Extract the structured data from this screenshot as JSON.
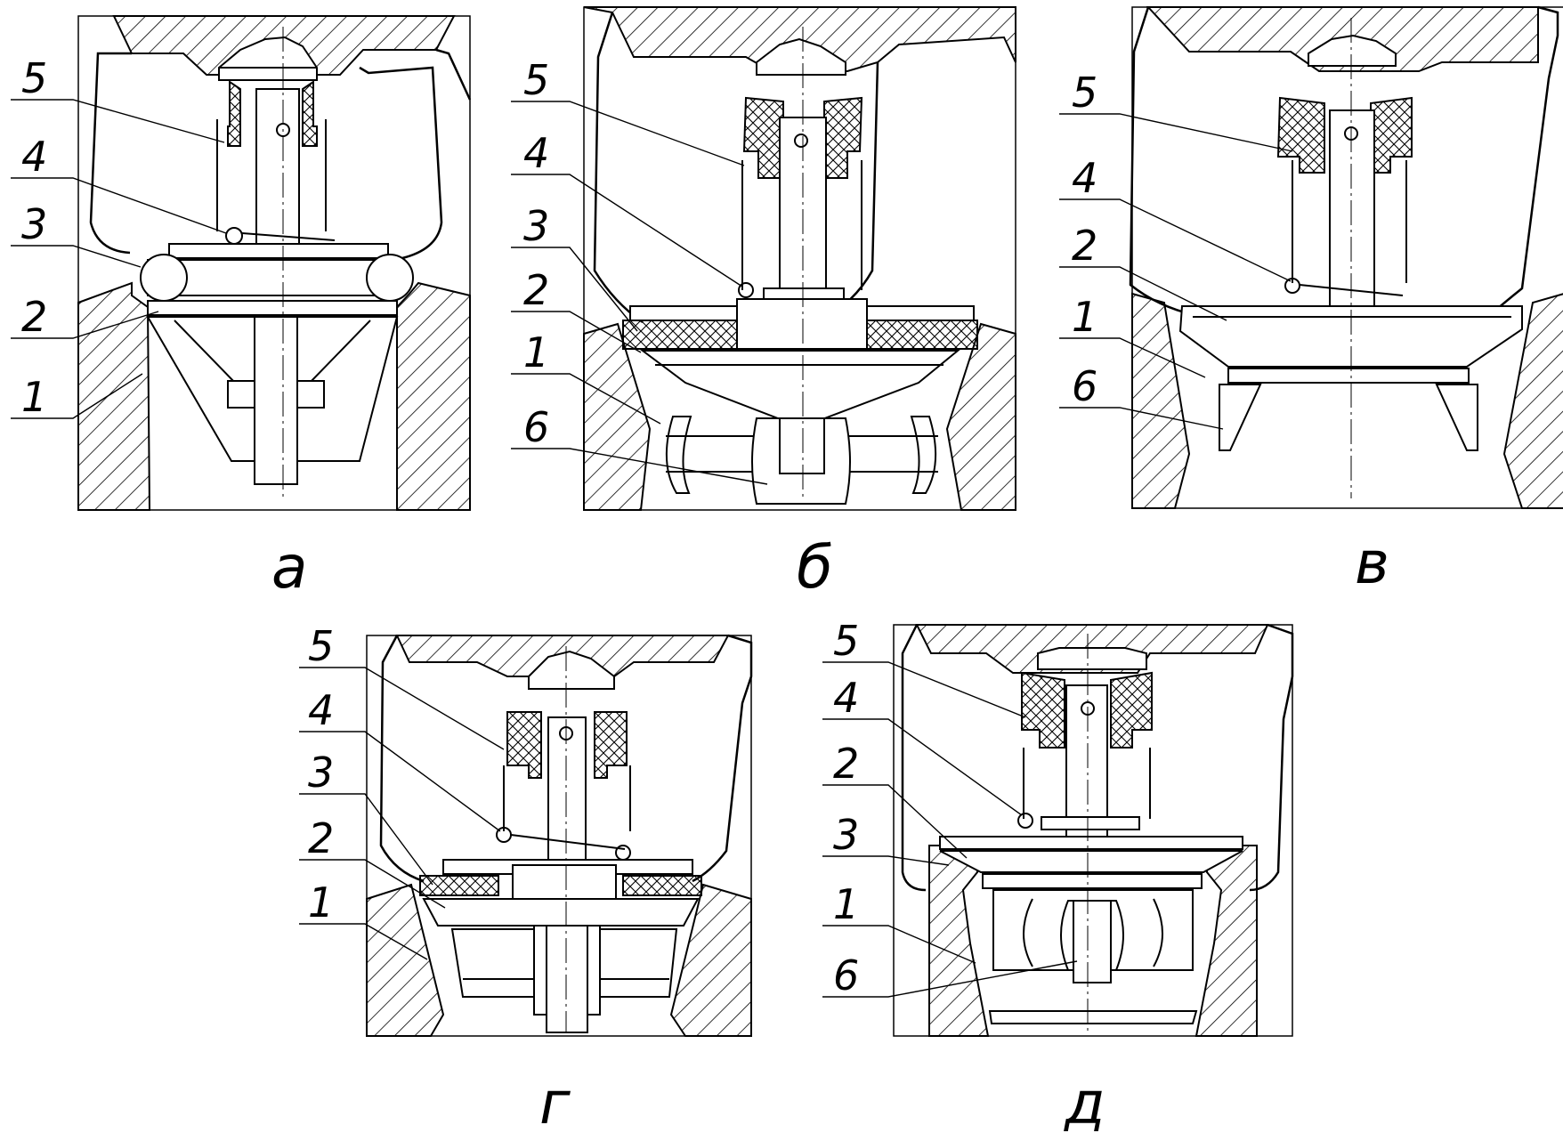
{
  "figure": {
    "panels": [
      {
        "id": "a",
        "caption": "а",
        "labels": [
          "5",
          "4",
          "3",
          "2",
          "1"
        ]
      },
      {
        "id": "b",
        "caption": "б",
        "labels": [
          "5",
          "4",
          "3",
          "2",
          "1",
          "6"
        ]
      },
      {
        "id": "v",
        "caption": "в",
        "labels": [
          "5",
          "4",
          "2",
          "1",
          "6"
        ]
      },
      {
        "id": "g",
        "caption": "г",
        "labels": [
          "5",
          "4",
          "3",
          "2",
          "1"
        ]
      },
      {
        "id": "d",
        "caption": "д",
        "labels": [
          "5",
          "4",
          "2",
          "3",
          "1",
          "6"
        ]
      }
    ],
    "colors": {
      "line": "#000000",
      "background": "#ffffff"
    }
  }
}
